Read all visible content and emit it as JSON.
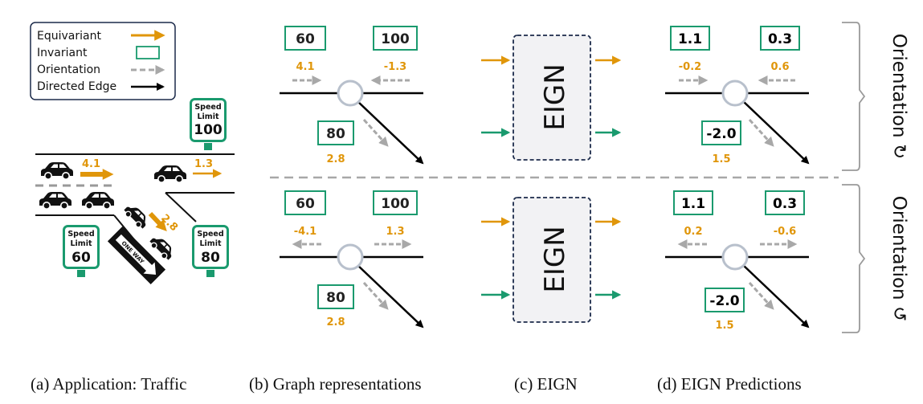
{
  "legend": {
    "items": [
      {
        "label": "Equivariant",
        "color": "#E0960A",
        "kind": "arrow"
      },
      {
        "label": "Invariant",
        "color": "#1A9A6E",
        "kind": "box"
      },
      {
        "label": "Orientation",
        "color": "#A8A8A8",
        "kind": "dashed-arrow"
      },
      {
        "label": "Directed Edge",
        "color": "#000000",
        "kind": "arrow"
      }
    ]
  },
  "traffic": {
    "sign_word1": "Speed",
    "sign_word2": "Limit",
    "sign_top_value": "100",
    "sign_left_value": "60",
    "sign_right_value": "80",
    "flow_left": "4.1",
    "flow_top": "1.3",
    "flow_ramp": "2.8",
    "one_way": "ONE WAY"
  },
  "graph_top": {
    "left_box": "60",
    "right_box": "100",
    "bottom_box": "80",
    "left_flow": "4.1",
    "right_flow": "-1.3",
    "bottom_flow": "2.8"
  },
  "graph_bottom": {
    "left_box": "60",
    "right_box": "100",
    "bottom_box": "80",
    "left_flow": "-4.1",
    "right_flow": "1.3",
    "bottom_flow": "2.8"
  },
  "eign_label": "EIGN",
  "pred_top": {
    "left_box": "1.1",
    "right_box": "0.3",
    "bottom_box": "-2.0",
    "left_flow": "-0.2",
    "right_flow": "0.6",
    "bottom_flow": "1.5"
  },
  "pred_bottom": {
    "left_box": "1.1",
    "right_box": "0.3",
    "bottom_box": "-2.0",
    "left_flow": "0.2",
    "right_flow": "-0.6",
    "bottom_flow": "1.5"
  },
  "orientation_label": "Orientation",
  "orientation_top_symbol": "↻",
  "orientation_bottom_symbol": "↺",
  "captions": {
    "a": "(a) Application: Traffic",
    "b": "(b) Graph representations",
    "c": "(c) EIGN",
    "d": "(d) EIGN Predictions"
  },
  "colors": {
    "orange": "#E0960A",
    "green": "#1A9A6E",
    "gray": "#A8A8A8",
    "navy": "#1B2A4A"
  }
}
